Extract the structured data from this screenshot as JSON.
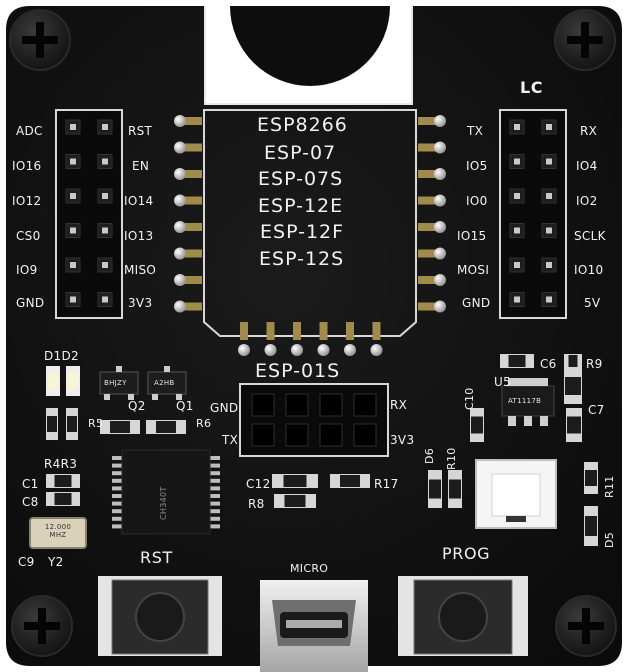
{
  "module_labels": [
    "ESP8266",
    "ESP-07",
    "ESP-07S",
    "ESP-12E",
    "ESP-12F",
    "ESP-12S"
  ],
  "esp01_label": "ESP-01S",
  "logo_text": "LC",
  "left_header": {
    "outer": [
      "ADC",
      "IO16",
      "IO12",
      "CS0",
      "IO9",
      "GND"
    ],
    "inner": [
      "RST",
      "EN",
      "IO14",
      "IO13",
      "MISO",
      "3V3"
    ]
  },
  "right_header": {
    "inner": [
      "TX",
      "IO5",
      "IO0",
      "IO15",
      "MOSI",
      "GND"
    ],
    "outer": [
      "RX",
      "IO4",
      "IO2",
      "SCLK",
      "IO10",
      "5V"
    ]
  },
  "esp01_pins": {
    "gnd": "GND",
    "tx": "TX",
    "rx": "RX",
    "v33": "3V3"
  },
  "buttons": {
    "rst": "RST",
    "prog": "PROG",
    "micro": "MICRO"
  },
  "components": {
    "d1d2": "D1D2",
    "q2": "Q2",
    "q1": "Q1",
    "r5": "R5",
    "r6": "R6",
    "r4r3": "R4R3",
    "c1": "C1",
    "c8": "C8",
    "c9": "C9",
    "y2": "Y2",
    "c12": "C12",
    "r8": "R8",
    "r17": "R17",
    "c6": "C6",
    "r9": "R9",
    "c10": "C10",
    "u5": "U5",
    "c7": "C7",
    "d6": "D6",
    "r10": "R10",
    "r11": "R11",
    "d5": "D5"
  },
  "chip_text": {
    "ch340": "CH340T",
    "ldo": "AT1117B",
    "q_left": "BHJZY",
    "q_right": "A2HB"
  },
  "crystal": {
    "freq": "12.000",
    "unit": "MHZ"
  }
}
